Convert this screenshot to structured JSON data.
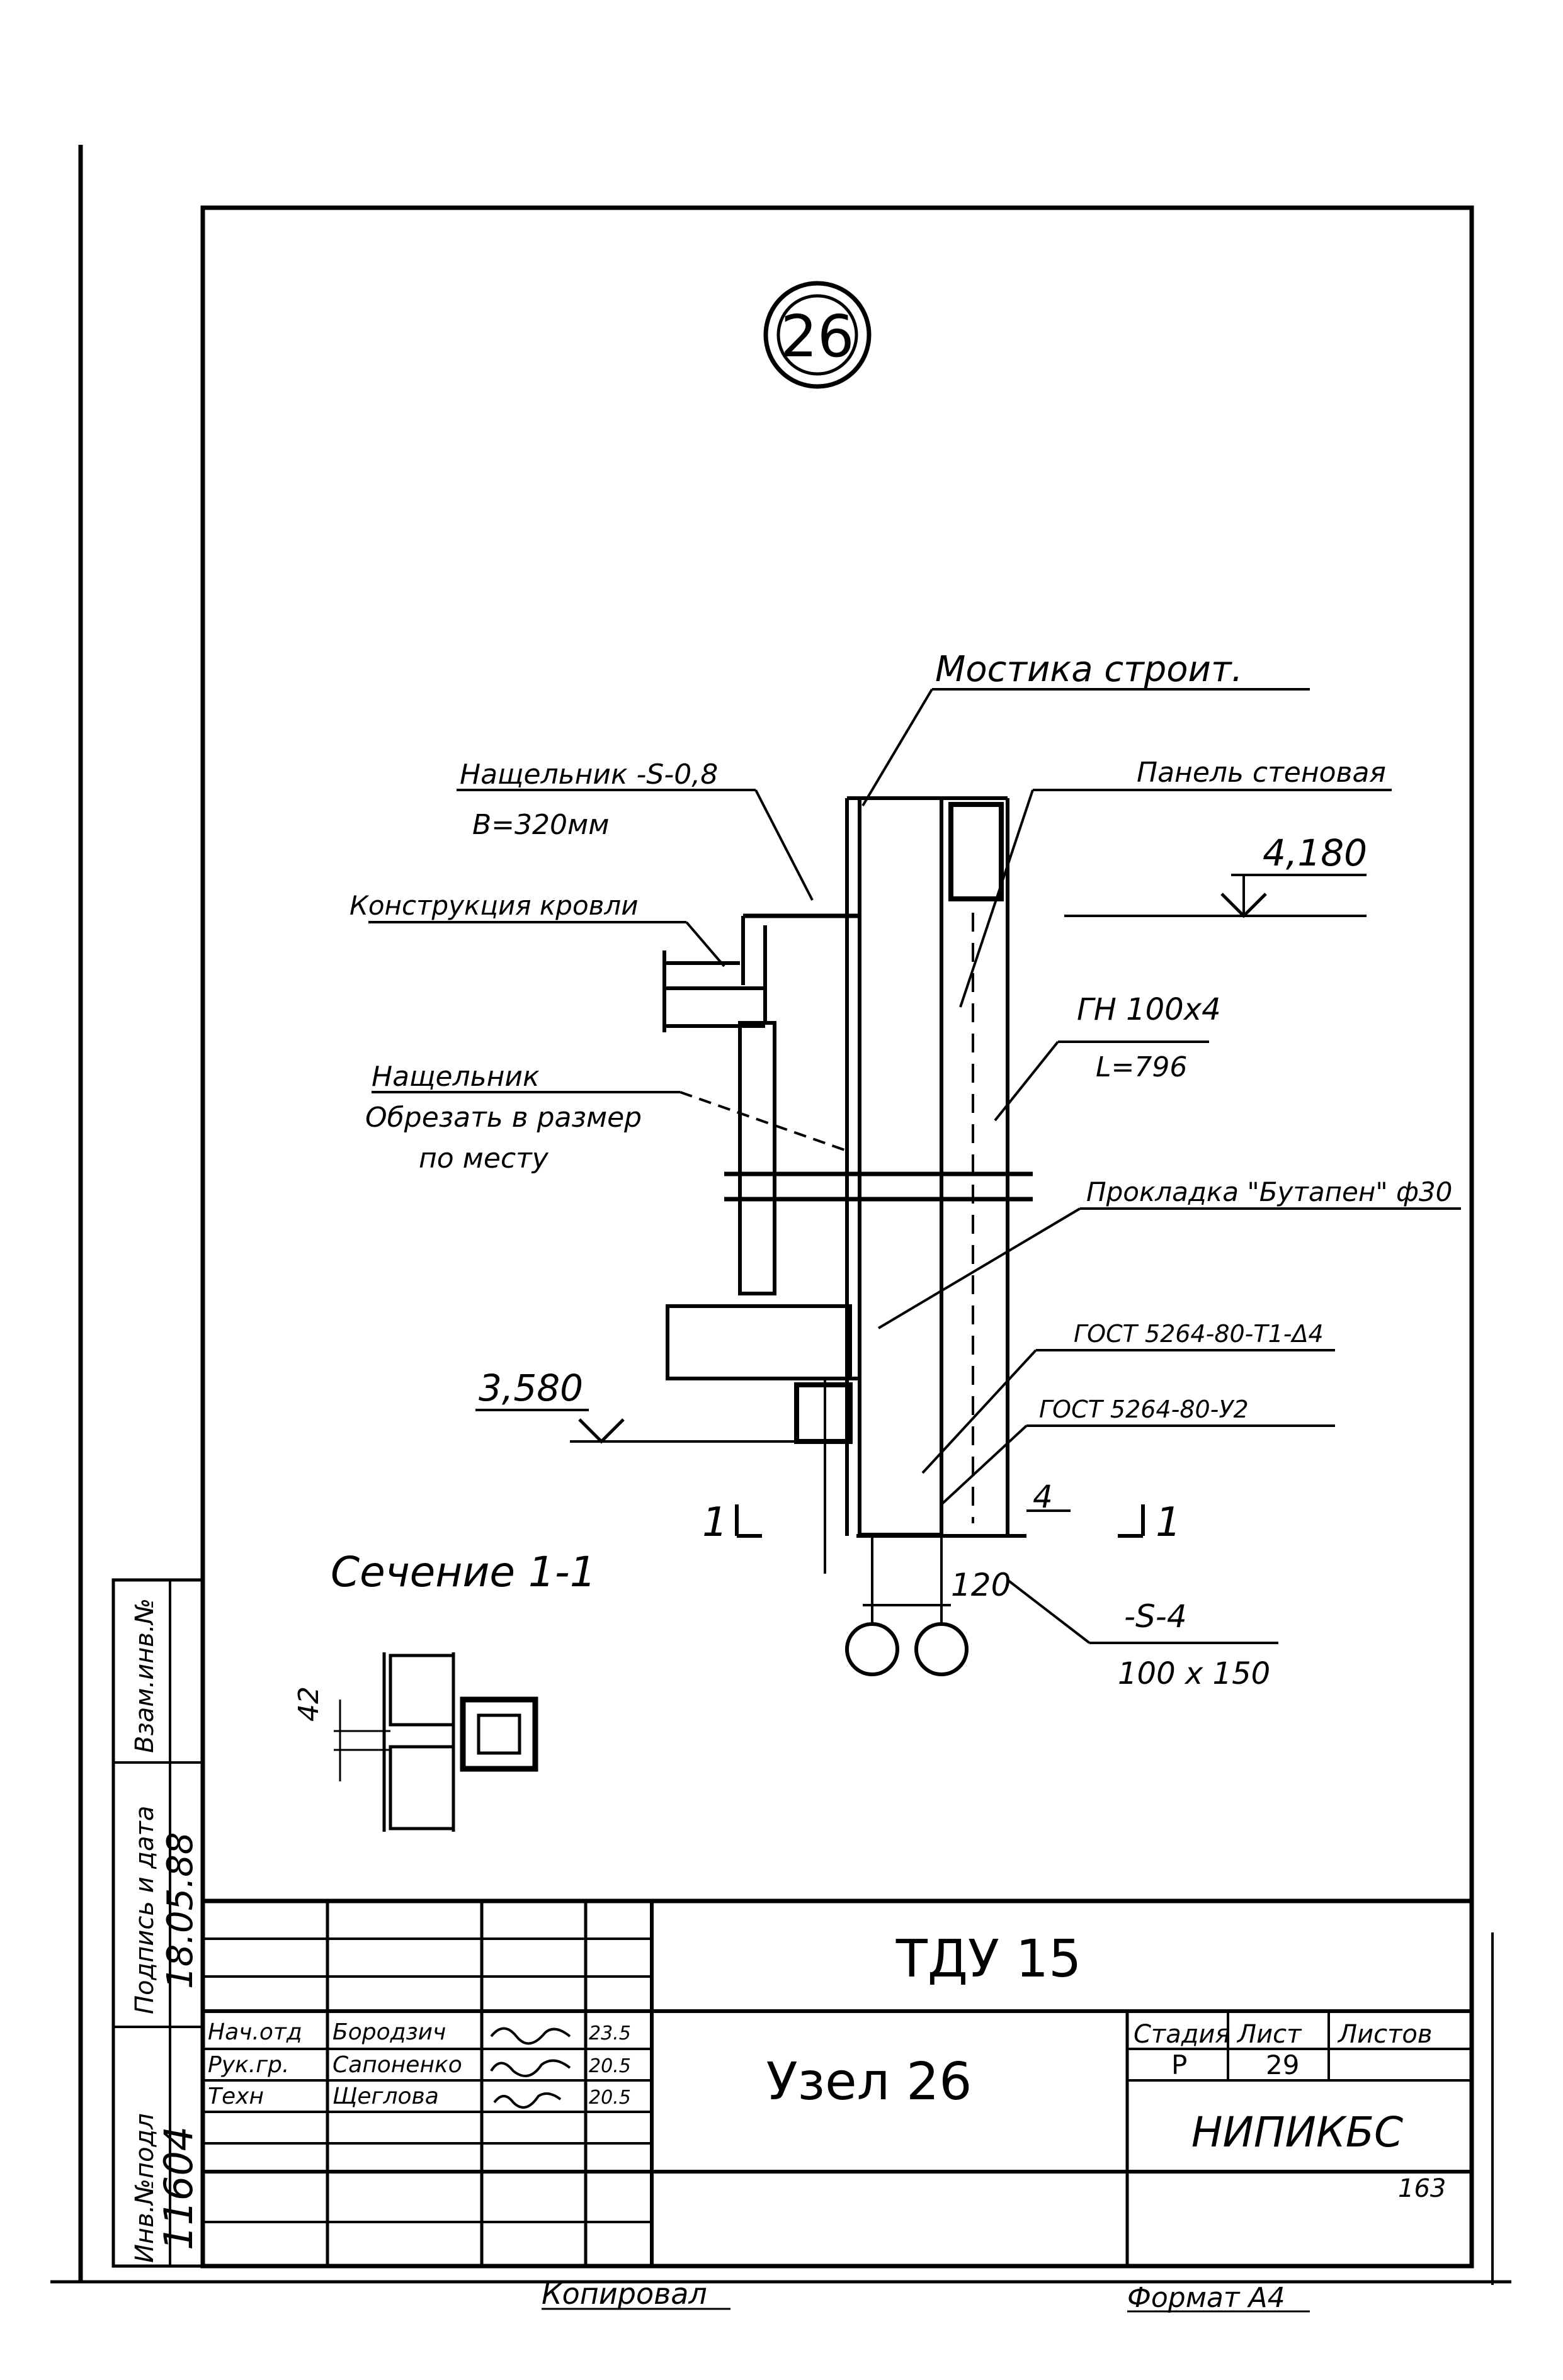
{
  "node_number": "26",
  "labels": {
    "mastic": "Мостика строит.",
    "cover_strip": "Нащельник -S-0,8",
    "cover_width": "В=320мм",
    "panel": "Панель стеновая",
    "roof": "Конструкция кровли",
    "elev_top": "4,180",
    "gn": "ГН 100х4",
    "gn_length": "L=796",
    "cover2": "Нащельник",
    "cut_note1": "Обрезать в размер",
    "cut_note2": "по месту",
    "gasket": "Прокладка \"Бутапен\" ф30",
    "gost1": "ГОСТ 5264-80-Т1-Δ4",
    "gost2": "ГОСТ 5264-80-У2",
    "elev_bottom": "3,580",
    "section_mark_left": "1",
    "section_mark_right": "1",
    "dim_4": "4",
    "dim_120": "120",
    "plate": "-S-4",
    "plate_size": "100 х 150",
    "section_title": "Сечение 1-1",
    "section_dim": "42"
  },
  "side_stamp": {
    "inv_label": "Инв.№подл",
    "sign_label": "Подпись и дата",
    "ref_label": "Взам.инв.№",
    "inv_value": "11604",
    "date_value": "18.05.88"
  },
  "title_block": {
    "project": "ТДУ 15",
    "title": "Узел 26",
    "org": "НИПИКБС",
    "stage_label": "Стадия",
    "sheet_label": "Лист",
    "sheets_label": "Листов",
    "stage": "Р",
    "sheet": "29",
    "page_num": "163",
    "roles": [
      "Нач.отд",
      "Рук.гр.",
      "Техн"
    ],
    "names": [
      "Бородзич",
      "Сапоненко",
      "Щеглова"
    ],
    "dates": [
      "23.5",
      "20.5",
      "20.5"
    ]
  },
  "footer": {
    "copied": "Копировал",
    "format": "Формат А4"
  }
}
